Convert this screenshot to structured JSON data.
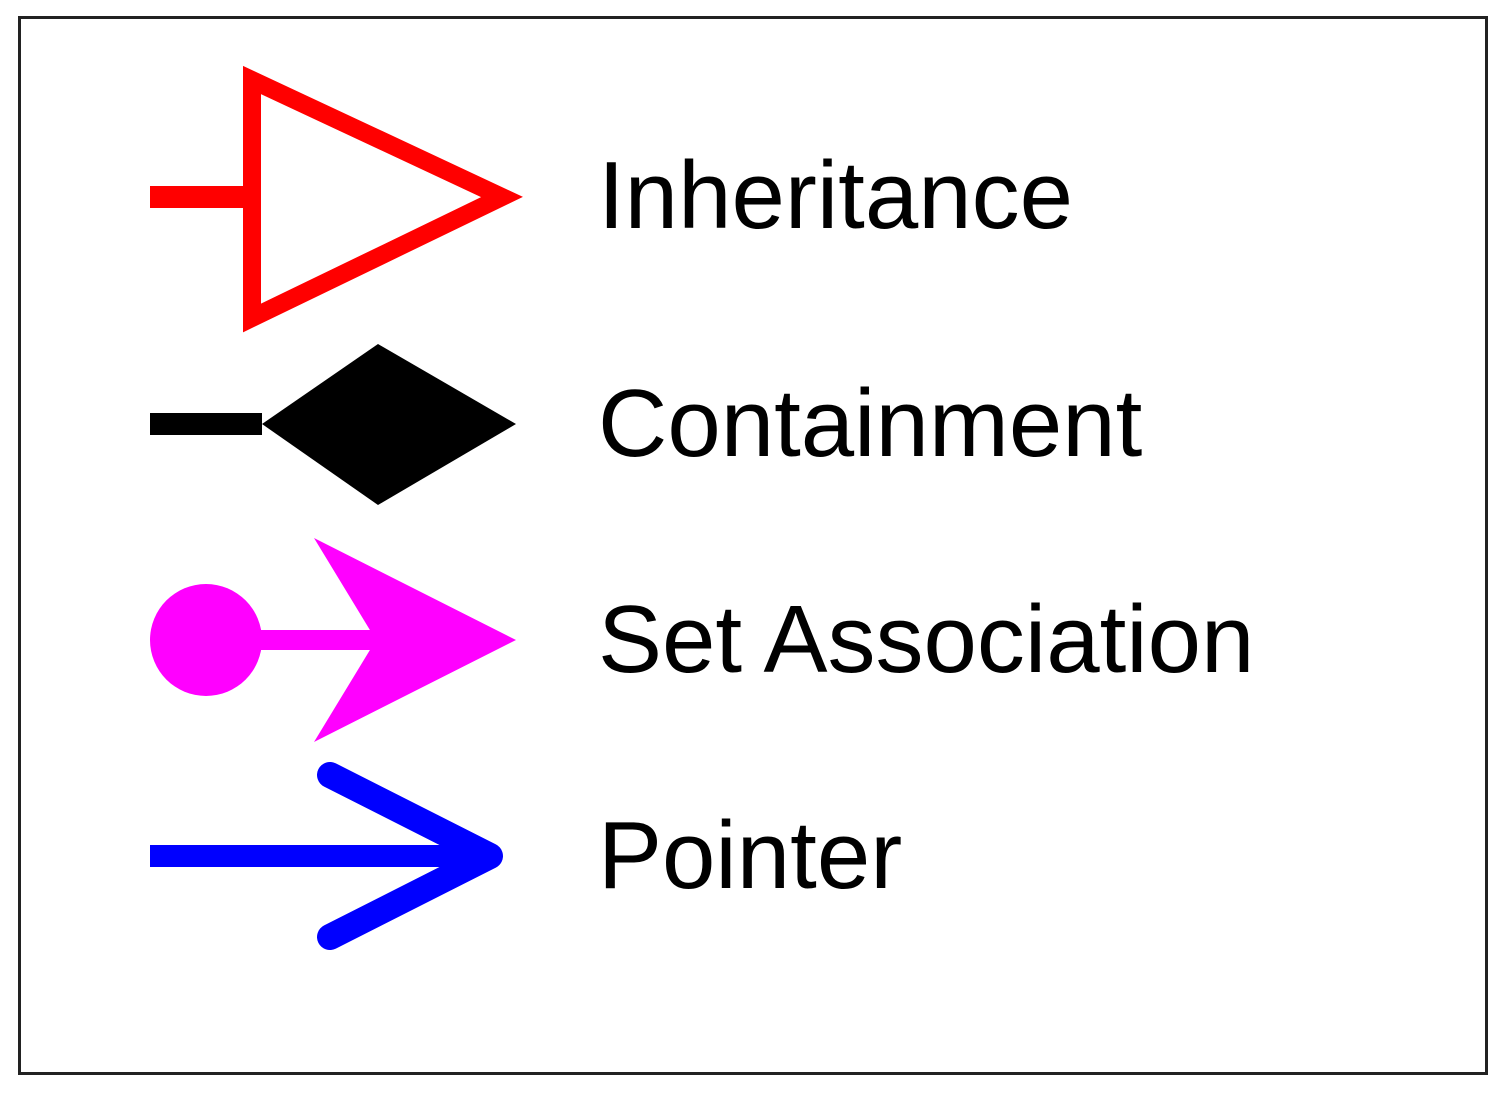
{
  "legend": {
    "items": [
      {
        "label": "Inheritance",
        "symbol": "hollow-triangle-icon",
        "color": "#ff0000"
      },
      {
        "label": "Containment",
        "symbol": "filled-diamond-icon",
        "color": "#000000"
      },
      {
        "label": "Set Association",
        "symbol": "dot-arrow-icon",
        "color": "#ff00ff"
      },
      {
        "label": "Pointer",
        "symbol": "open-arrow-icon",
        "color": "#0000ff"
      }
    ]
  }
}
